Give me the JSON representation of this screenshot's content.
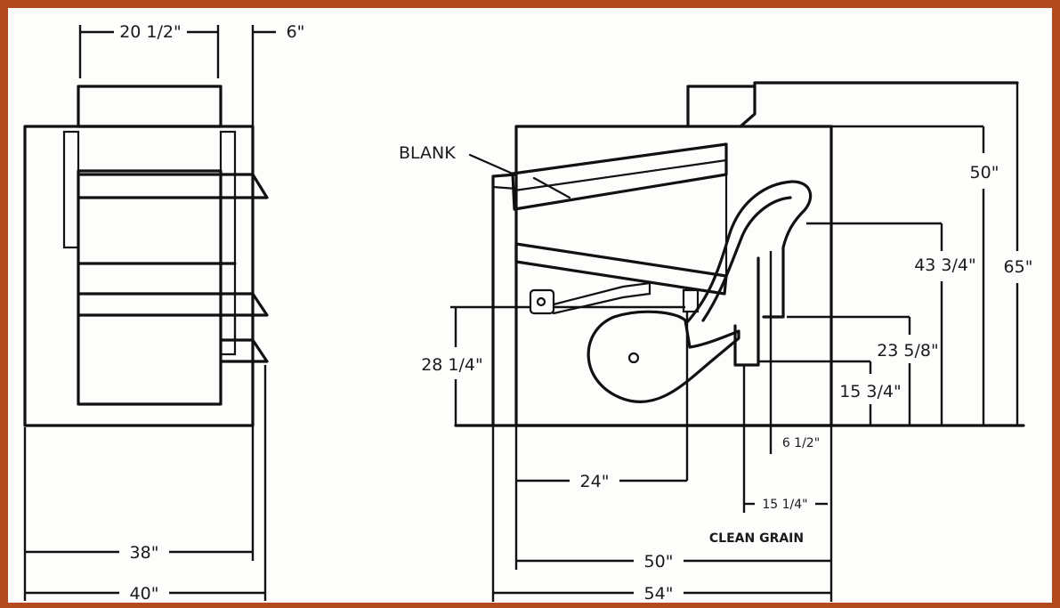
{
  "colors": {
    "frame": "#b24a1e",
    "ink": "#111111"
  },
  "front_view": {
    "width_top": "20 1/2\"",
    "offset_top": "6\"",
    "width_inner": "38\"",
    "width_outer": "40\""
  },
  "side_view": {
    "blank_label": "BLANK",
    "height_50": "50\"",
    "height_65": "65\"",
    "height_43": "43 3/4\"",
    "height_28": "28 1/4\"",
    "height_23": "23 5/8\"",
    "height_15": "15 3/4\"",
    "depth_6": "6 1/2\"",
    "depth_24": "24\"",
    "depth_15": "15 1/4\"",
    "clean_grain": "CLEAN GRAIN",
    "width_50": "50\"",
    "width_54": "54\""
  }
}
